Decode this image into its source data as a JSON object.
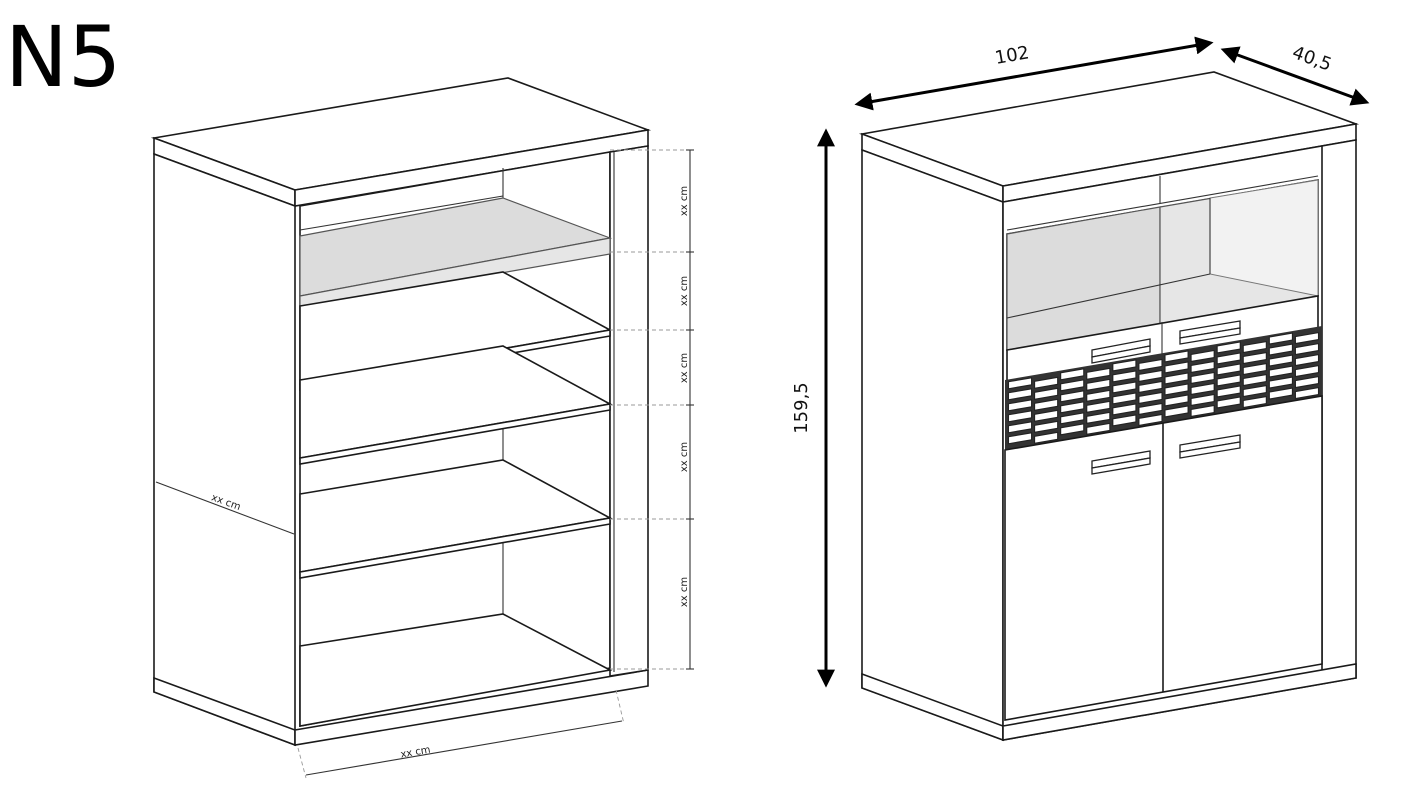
{
  "title": "N5",
  "left_view": {
    "shelf_height_labels": [
      "xx cm",
      "xx cm",
      "xx cm",
      "xx cm",
      "xx cm"
    ],
    "depth_label": "xx cm",
    "width_label": "xx cm"
  },
  "right_view": {
    "width_label": "102",
    "depth_label": "40,5",
    "height_label": "159,5"
  }
}
